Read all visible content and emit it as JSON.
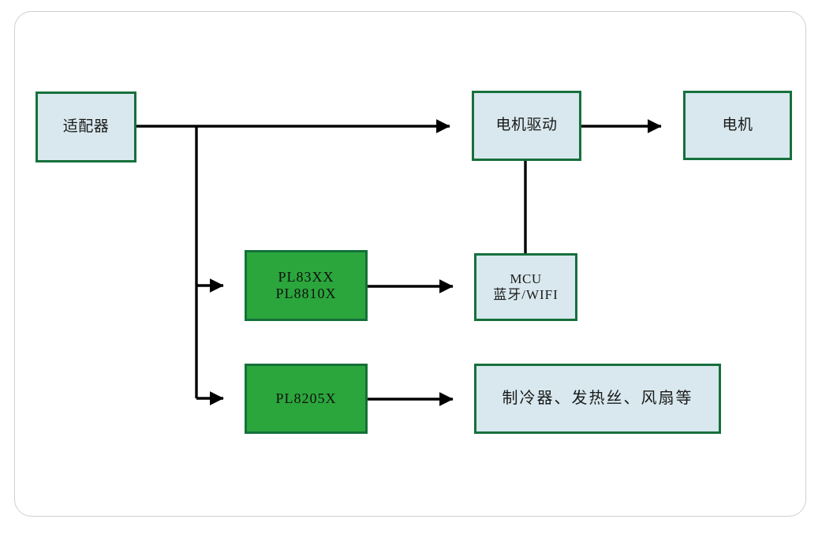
{
  "diagram": {
    "title": "",
    "colors": {
      "frame_border": "#cfcfcf",
      "box_blue_fill": "#d8e8ee",
      "box_green_fill": "#2ba63c",
      "box_border_green": "#16703c",
      "connector": "#000000",
      "background": "#ffffff"
    },
    "nodes": {
      "adapter": {
        "label": "适配器",
        "kind": "blue"
      },
      "motor_driver": {
        "label": "电机驱动",
        "kind": "blue"
      },
      "motor": {
        "label": "电机",
        "kind": "blue"
      },
      "pl83xx": {
        "label_line1": "PL83XX",
        "label_line2": "PL8810X",
        "kind": "green"
      },
      "mcu": {
        "label_line1": "MCU",
        "label_line2": "蓝牙/WIFI",
        "kind": "blue"
      },
      "pl8205x": {
        "label": "PL8205X",
        "kind": "green"
      },
      "loads": {
        "label": "制冷器、发热丝、风扇等",
        "kind": "blue"
      }
    },
    "edges": [
      {
        "name": "adapter-to-motor-driver",
        "from": "adapter",
        "to": "motor_driver",
        "arrow": true
      },
      {
        "name": "motor-driver-to-motor",
        "from": "motor_driver",
        "to": "motor",
        "arrow": true
      },
      {
        "name": "adapter-to-pl83xx",
        "from": "adapter",
        "to": "pl83xx",
        "arrow": true
      },
      {
        "name": "adapter-to-pl8205x",
        "from": "adapter",
        "to": "pl8205x",
        "arrow": true
      },
      {
        "name": "pl83xx-to-mcu",
        "from": "pl83xx",
        "to": "mcu",
        "arrow": true
      },
      {
        "name": "pl8205x-to-loads",
        "from": "pl8205x",
        "to": "loads",
        "arrow": true
      },
      {
        "name": "motor-driver-to-mcu",
        "from": "motor_driver",
        "to": "mcu",
        "arrow": false
      }
    ]
  }
}
